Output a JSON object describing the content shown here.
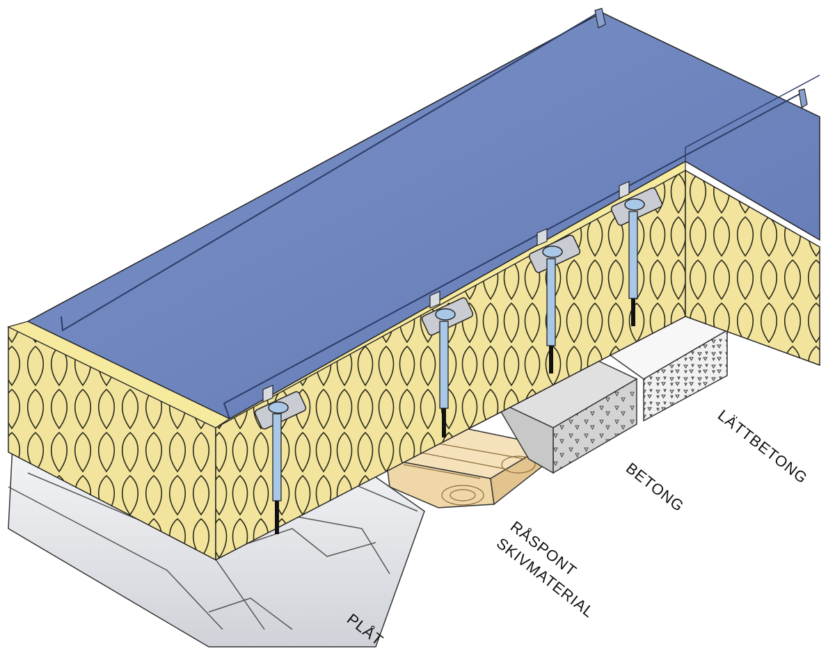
{
  "labels": {
    "plat": "PLÅT",
    "raspont_line1": "RÅSPONT",
    "raspont_line2": "SKIVMATERIAL",
    "betong": "BETONG",
    "lattbetong": "LÄTTBETONG"
  },
  "colors": {
    "membrane": "#6b86bd",
    "membrane_light": "#7b95c9",
    "insulation": "#f2e49d",
    "insulation_line": "#2a2a1a",
    "steel_deck": "#e6e8ec",
    "wood": "#efd7a8",
    "concrete": "#d3d3d3",
    "light_concrete": "#efefef",
    "fastener": "#a9c8e8"
  },
  "icons": [
    "roof-fastener-icon"
  ]
}
